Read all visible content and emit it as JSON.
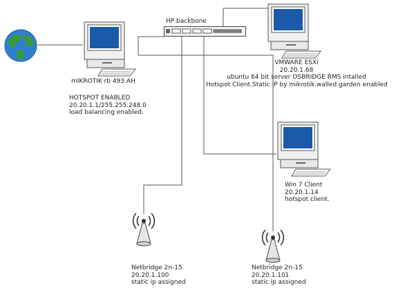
{
  "backbone": {
    "label": "HP backbone"
  },
  "router": {
    "name": "mIKROTIK rb 493 AH",
    "hotspot": "HOTSPOT ENABLED",
    "ip": "20.20.1.1/255.255.248.0",
    "note": "load balancing enabled."
  },
  "esxi": {
    "name": "VMWARE ESXi",
    "ip": "20.20.1.68",
    "line1": "ubuntu 64 bit server OSBRIDGE RMS intalled",
    "line2": "Hotspot Client.Static IP by mikrotik.walled garden enabled"
  },
  "win7": {
    "name": "Win 7 Client",
    "ip": "20.20.1.14",
    "note": "hotspot client."
  },
  "netbridge1": {
    "name": "Netbridge 2n-15",
    "ip": "20.20.1.100",
    "note": "static ip assigned"
  },
  "netbridge2": {
    "name": "Netbridge 2n-15",
    "ip": "20.20.1.101",
    "note": "static ip assigned"
  },
  "icons": {
    "internet": "globe-icon",
    "switch": "switch-icon",
    "workstation": "computer-icon",
    "wireless": "wireless-antenna-icon"
  },
  "colors": {
    "wire": "#555555",
    "screen": "#1a5aa8",
    "globe_ocean": "#2f7fd0",
    "globe_land": "#3a9a3a"
  }
}
